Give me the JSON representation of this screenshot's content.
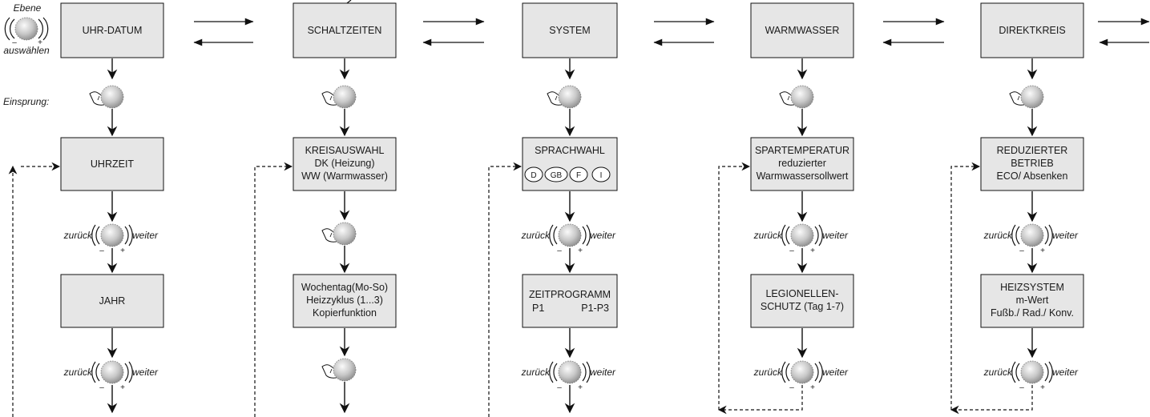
{
  "labels": {
    "ebene": "Ebene",
    "auswaehlen": "auswählen",
    "einsprung": "Einsprung:",
    "zurueck": "zurück",
    "weiter": "weiter",
    "minus": "–",
    "plus": "+"
  },
  "levels": [
    {
      "title": "UHR-DATUM"
    },
    {
      "title": "SCHALTZEITEN"
    },
    {
      "title": "SYSTEM"
    },
    {
      "title": "WARMWASSER"
    },
    {
      "title": "DIREKTKREIS"
    }
  ],
  "boxes": {
    "uhrzeit": [
      "UHRZEIT"
    ],
    "jahr": [
      "JAHR"
    ],
    "kreisauswahl": [
      "KREISAUSWAHL",
      "DK (Heizung)",
      "WW (Warmwasser)"
    ],
    "wochentag": [
      "Wochentag(Mo-So)",
      "Heizzyklus (1...3)",
      "Kopierfunktion"
    ],
    "sprachwahl": [
      "SPRACHWAHL"
    ],
    "zeitprogramm": [
      "ZEITPROGRAMM",
      "P1",
      "P1-P3"
    ],
    "spartemperatur": [
      "SPARTEMPERATUR",
      "reduzierter",
      "Warmwassersollwert"
    ],
    "legionellen": [
      "LEGIONELLEN-",
      "SCHUTZ (Tag 1-7)"
    ],
    "reduzierter": [
      "REDUZIERTER",
      "BETRIEB",
      "ECO/ Absenken"
    ],
    "heizsystem": [
      "HEIZSYSTEM",
      "m-Wert",
      "Fußb./ Rad./ Konv."
    ]
  },
  "languages": [
    "D",
    "GB",
    "F",
    "I"
  ],
  "colors": {
    "box_fill": "#e6e6e6",
    "line": "#111111",
    "knob_dark": "#8a8a8a",
    "knob_light": "#f4f4f4"
  }
}
